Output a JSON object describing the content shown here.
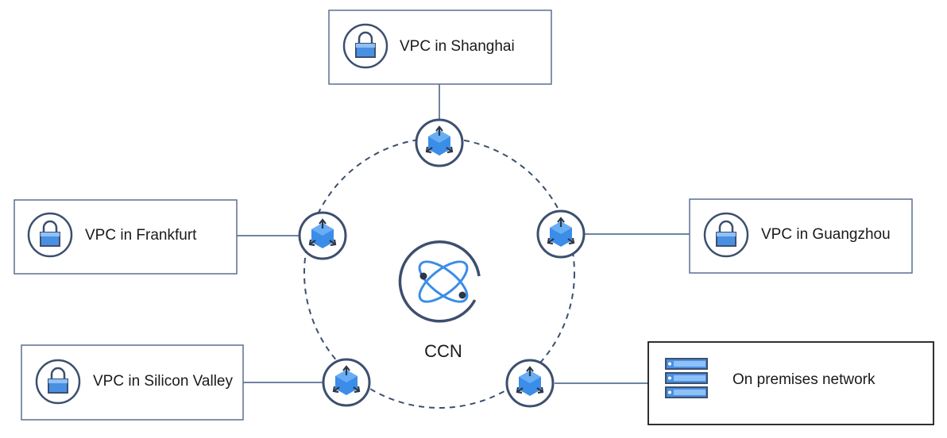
{
  "colors": {
    "line": "#3f5a85",
    "ring": "#3d4f6e",
    "node_fill": "#3b8de8",
    "node_light": "#69aef5",
    "arrow": "#2b3648",
    "box_border": "#5b6f92",
    "on_prem_border": "#1a1a1a",
    "lock_body": "#4a90e2"
  },
  "center": {
    "label": "CCN",
    "icon": "atom-orbit-icon"
  },
  "nodes": [
    {
      "id": "shanghai",
      "label": "VPC in Shanghai",
      "icon": "lock-icon"
    },
    {
      "id": "frankfurt",
      "label": "VPC in Frankfurt",
      "icon": "lock-icon"
    },
    {
      "id": "guangzhou",
      "label": "VPC in Guangzhou",
      "icon": "lock-icon"
    },
    {
      "id": "silicon-valley",
      "label": "VPC in Silicon Valley",
      "icon": "lock-icon"
    },
    {
      "id": "on-premises",
      "label": "On premises network",
      "icon": "server-rack-icon"
    }
  ]
}
